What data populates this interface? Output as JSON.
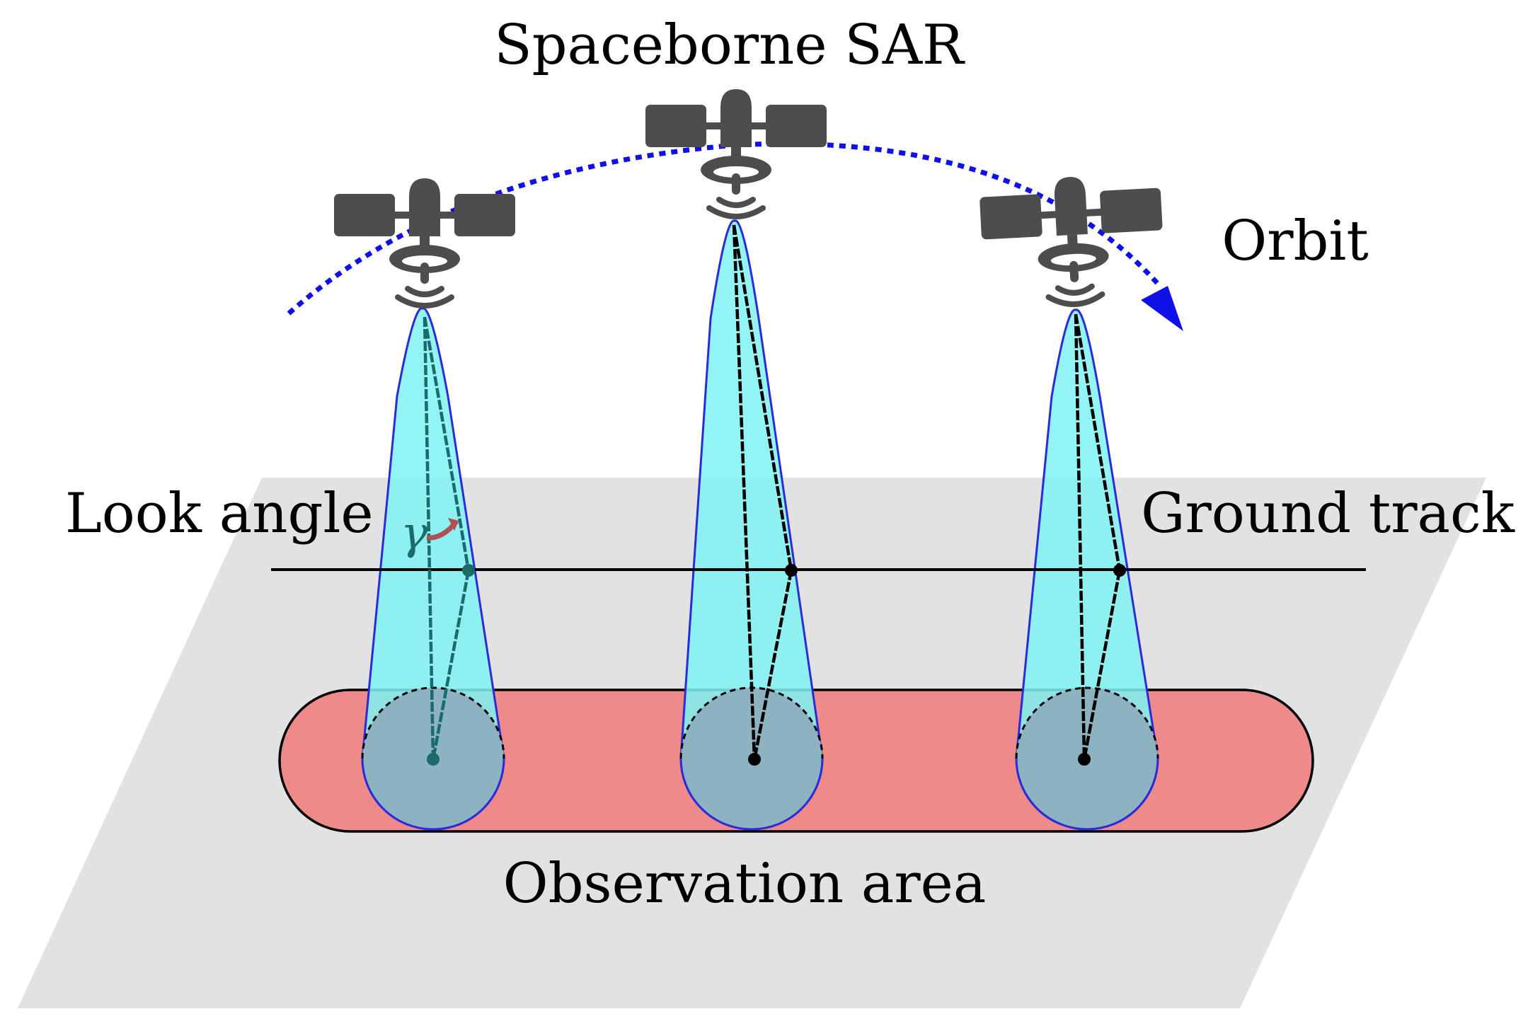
{
  "labels": {
    "title": "Spaceborne SAR",
    "orbit": "Orbit",
    "look_angle": "Look angle",
    "ground_track": "Ground track",
    "observation_area": "Observation area",
    "gamma_symbol": "γ"
  },
  "colors": {
    "ground_plane": "#e2e2e2",
    "observation_area": "#ee8a8a",
    "beam_fill": "#7ff2f2",
    "beam_outline": "#2b2bd9",
    "footprint": "#8db2c2",
    "orbit_arrow": "#1010e8",
    "satellite": "#4d4d4d",
    "first_beam_lines": "#1b6b6b",
    "angle_mark": "#b05050",
    "lines": "#000000"
  },
  "icons": {
    "satellite": "satellite-icon",
    "orbit_arrow": "arrow-head-icon"
  },
  "satellites": [
    {
      "name": "satellite-left"
    },
    {
      "name": "satellite-center"
    },
    {
      "name": "satellite-right"
    }
  ]
}
